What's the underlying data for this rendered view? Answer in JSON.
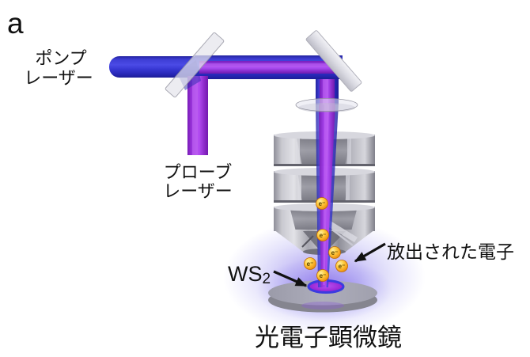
{
  "figure": {
    "panel_label": "a",
    "pump_laser": {
      "line1": "ポンプ",
      "line2": "レーザー"
    },
    "probe_laser": {
      "line1": "プローブ",
      "line2": "レーザー"
    },
    "emitted_electrons_label": "放出された電子",
    "sample_label": {
      "base": "WS",
      "subscript": "2"
    },
    "microscope_label": "光電子顕微鏡",
    "electron_symbol": "e⁻",
    "electron_count": 6,
    "colors": {
      "pump_beam_blue": "#3434d8",
      "probe_beam_purple": "#9a33dd",
      "mirror_gray": "#d5d5dc",
      "electrode_gray": "#a2a2aa",
      "electron_gold": "#f7a923",
      "sample_disc_gray": "#a3a3af",
      "sample_spot_purple": "#9a2ad4",
      "spot_ring_blue": "#3b3be0",
      "glow_purple": "#7b5fe0",
      "text_black": "#111111",
      "background": "#ffffff"
    }
  }
}
